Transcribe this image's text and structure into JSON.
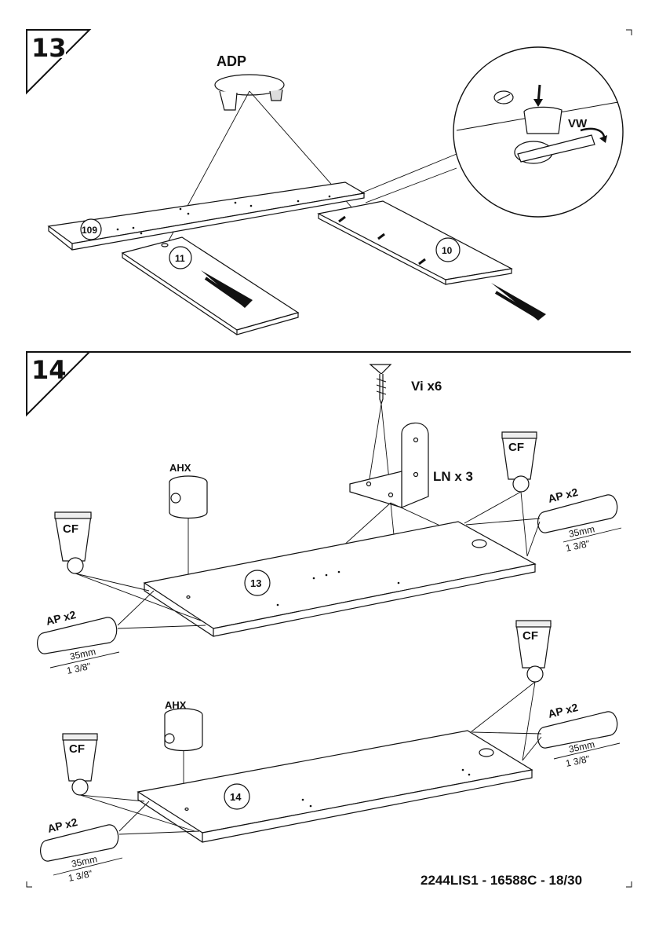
{
  "steps": [
    {
      "number": "13",
      "parts": {
        "adp": "ADP",
        "vw": "VW",
        "p109": "109",
        "p11": "11",
        "p10": "10"
      }
    },
    {
      "number": "14",
      "parts": {
        "vi": "Vi  x6",
        "ln": "LN  x 3",
        "ahx_a": "AHX",
        "ahx_b": "AHX",
        "cf_a": "CF",
        "cf_b": "CF",
        "cf_c": "CF",
        "cf_d": "CF",
        "ap_a": "AP x2",
        "ap_b": "AP x2",
        "ap_c": "AP x2",
        "ap_d": "AP x2",
        "mm": "35mm",
        "inch": "1  3/8\"",
        "p13": "13",
        "p14": "14"
      }
    }
  ],
  "footer": {
    "code": "2244LIS1  -  16588C  -  18/30"
  }
}
